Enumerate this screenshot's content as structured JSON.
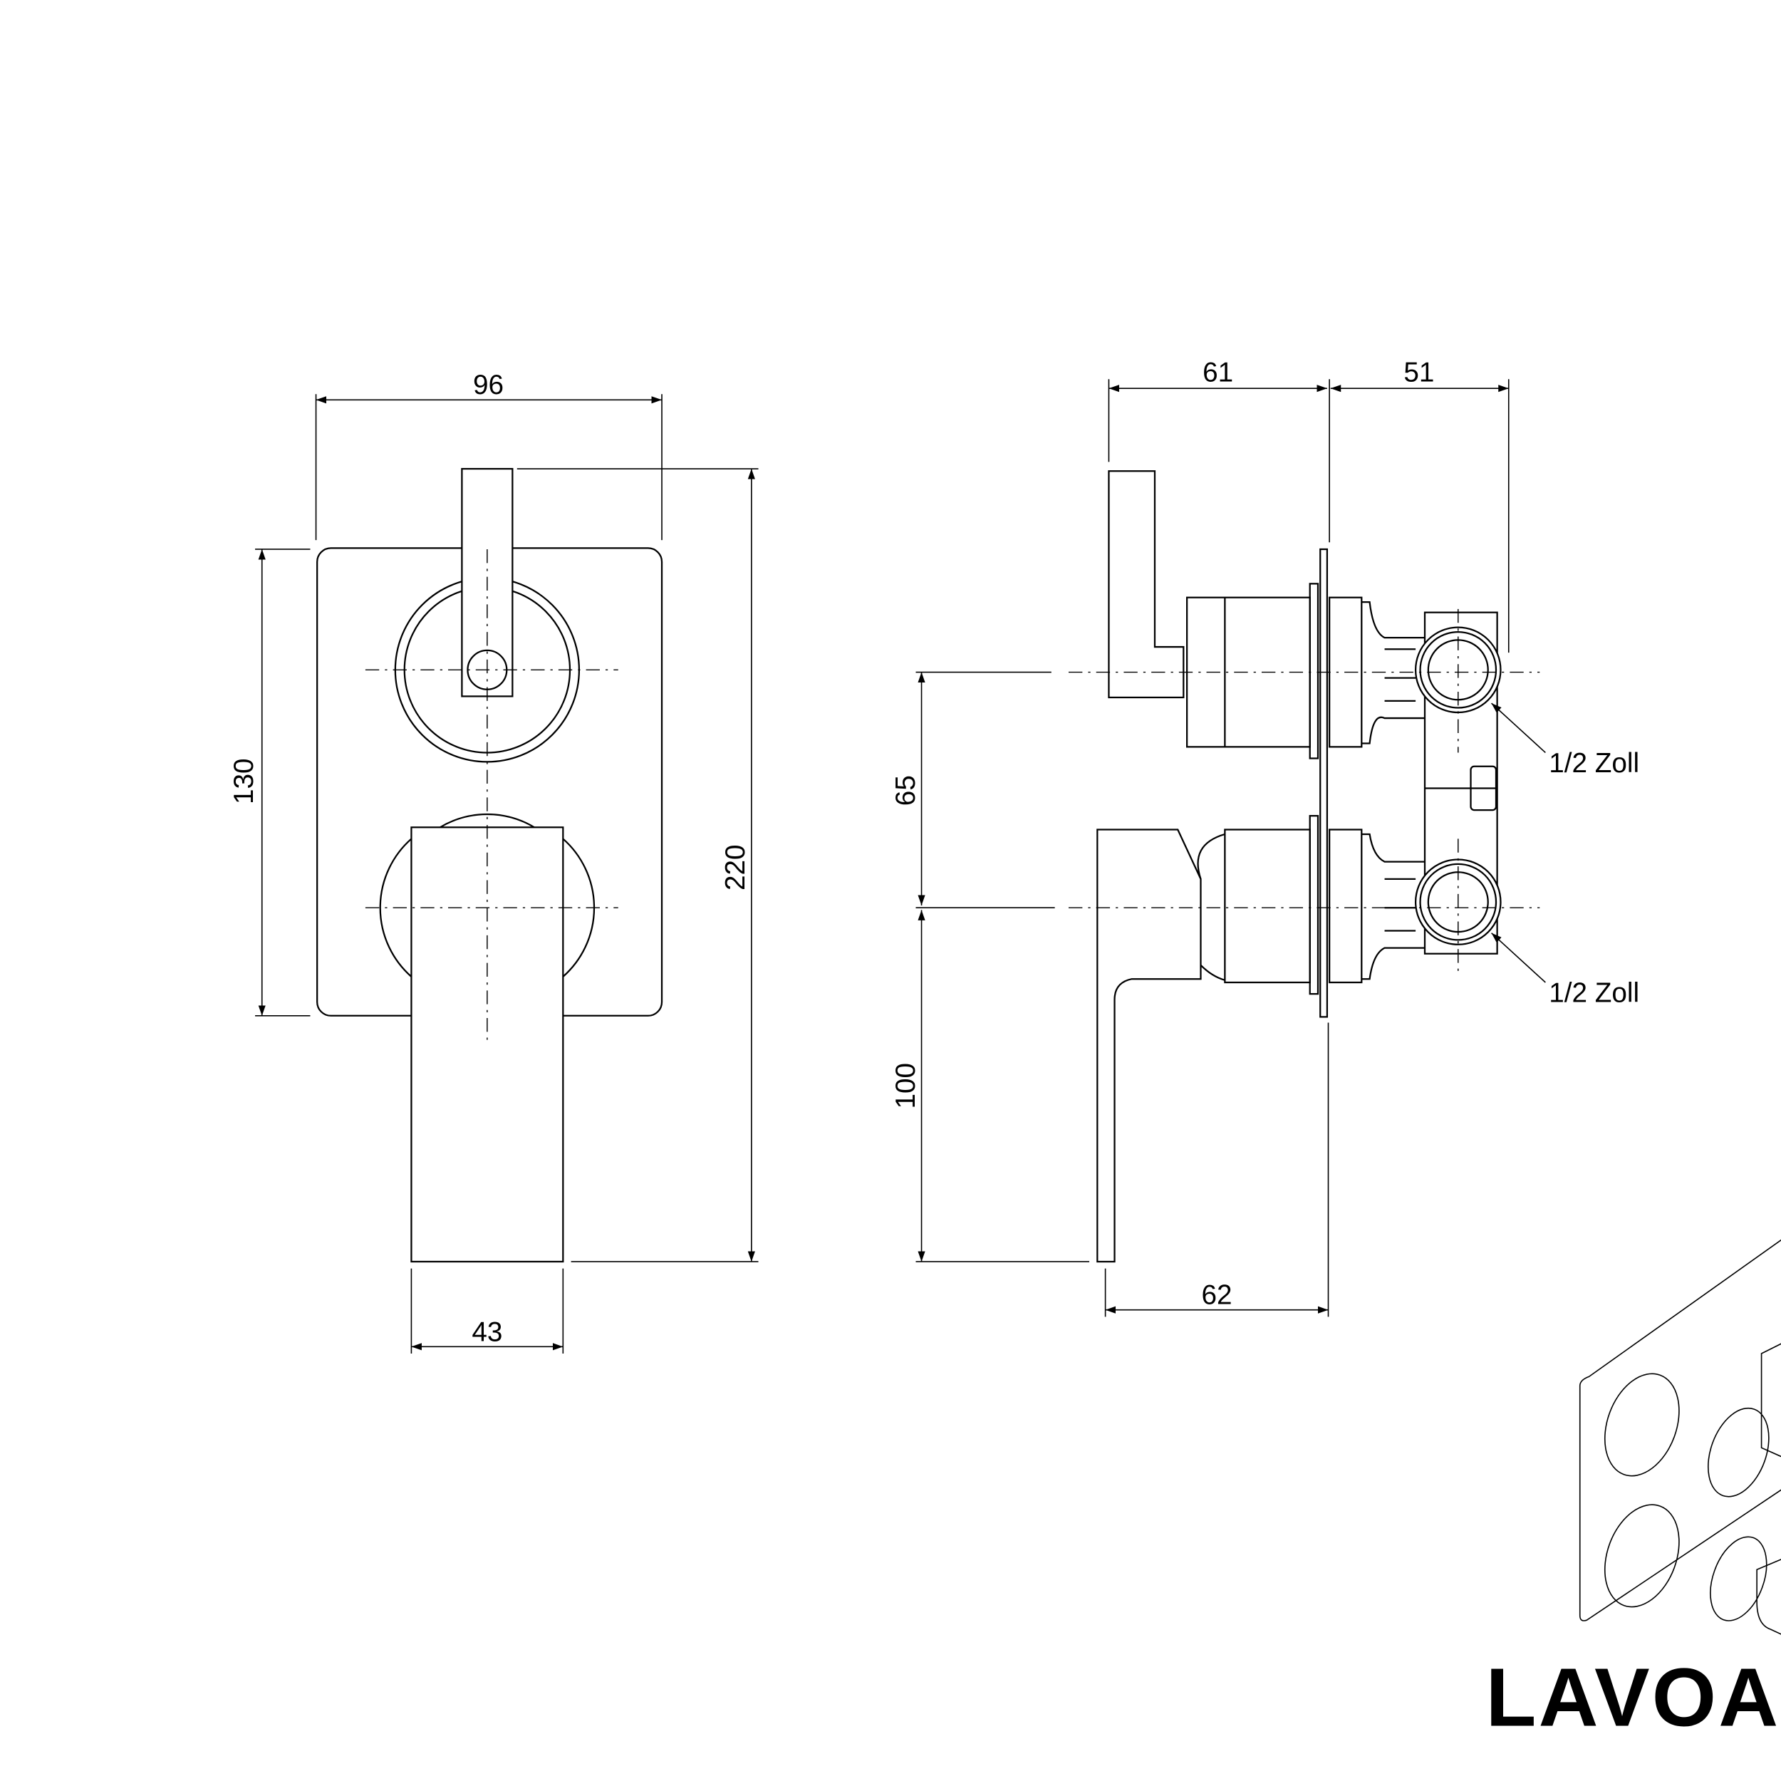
{
  "front_view": {
    "width_plate": "96",
    "height_plate": "130",
    "height_total": "220",
    "width_handle": "43"
  },
  "side_view": {
    "depth_front": "61",
    "depth_rear": "51",
    "spacing": "65",
    "lower_offset": "100",
    "handle_depth": "62",
    "connection_top": "1/2 Zoll",
    "connection_bottom": "1/2 Zoll"
  },
  "brand": "LAVOA",
  "colors": {
    "ink": "#000000",
    "background": "#ffffff"
  }
}
